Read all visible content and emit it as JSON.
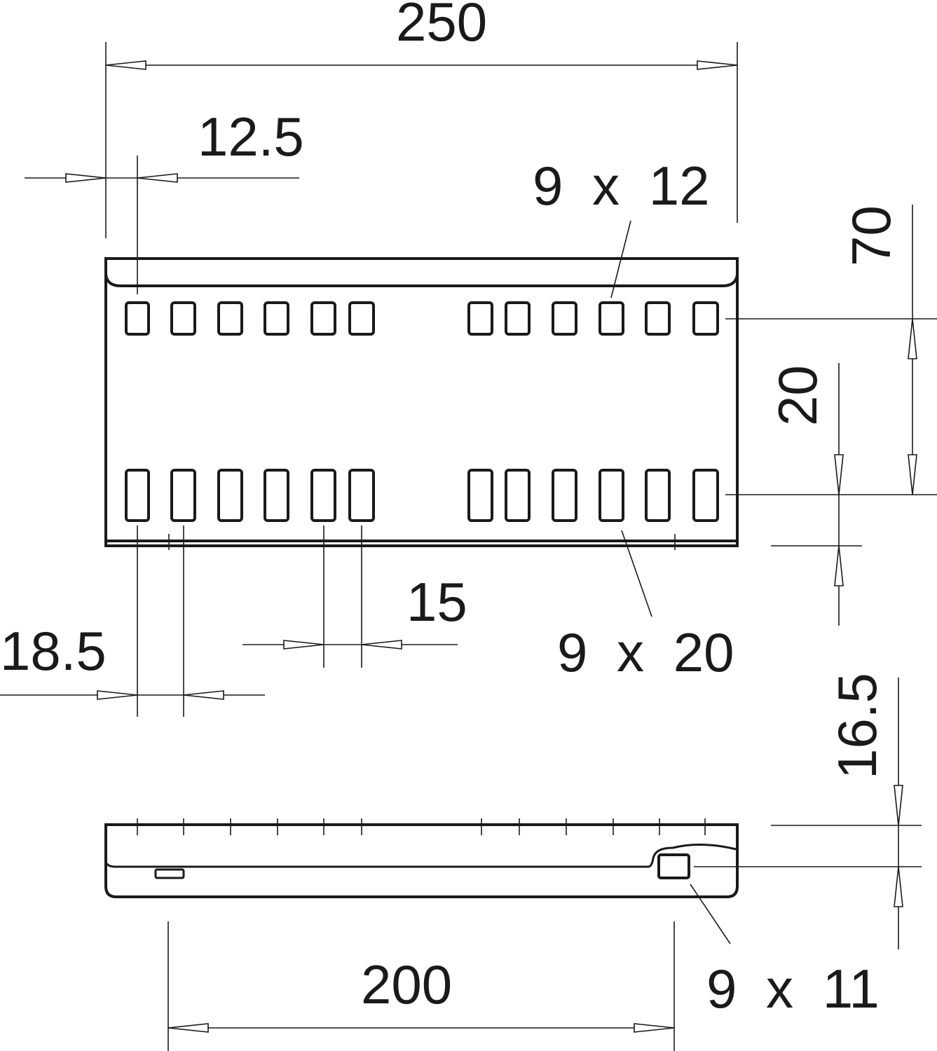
{
  "dimensions": {
    "overall_width": "250",
    "edge_offset": "12.5",
    "top_slot_size": "9 x 12",
    "height_70": "70",
    "spacing_20": "20",
    "pitch_18_5": "18.5",
    "gap_15": "15",
    "bottom_slot_size": "9 x 20",
    "side_height": "16.5",
    "side_span": "200",
    "side_slot_size": "9 x 11"
  },
  "colors": {
    "line": "#1a1a1a",
    "background": "#ffffff"
  }
}
